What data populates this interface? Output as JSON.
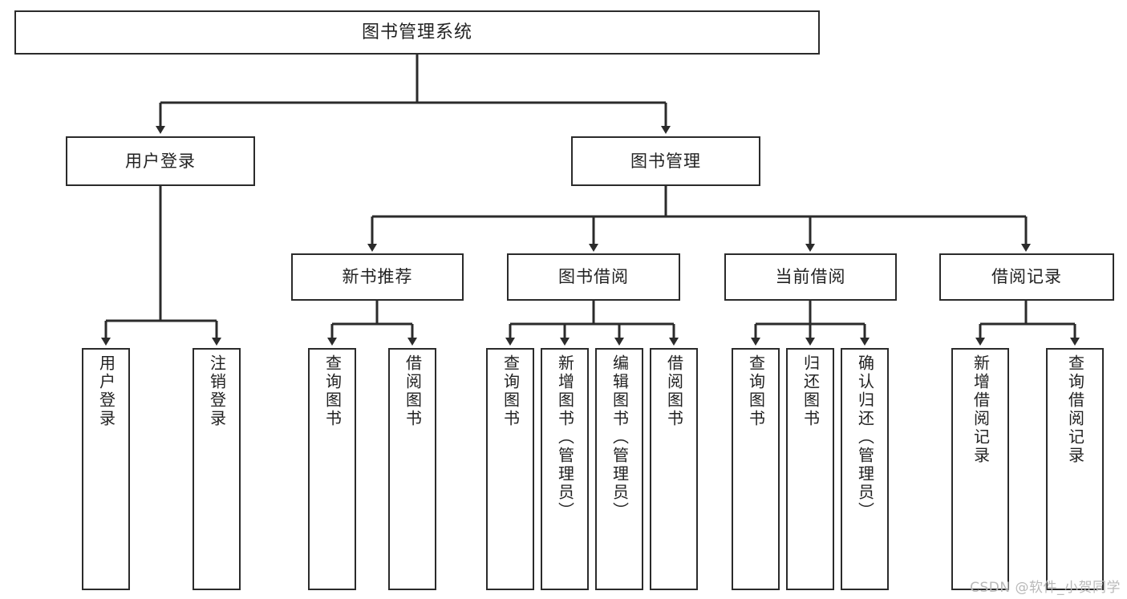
{
  "diagram": {
    "type": "tree",
    "title": "图书管理系统",
    "watermark": "CSDN @软件_小贺同学",
    "colors": {
      "background": "#ffffff",
      "border": "#2b2b2b",
      "text": "#222222",
      "connector": "#2b2b2b",
      "watermark": "#b9b9b9"
    },
    "nodes": {
      "root": {
        "label": "图书管理系统"
      },
      "level2": [
        {
          "id": "user-login",
          "label": "用户登录"
        },
        {
          "id": "book-management",
          "label": "图书管理"
        }
      ],
      "level3": [
        {
          "id": "new-book-recommend",
          "label": "新书推荐"
        },
        {
          "id": "book-borrow",
          "label": "图书借阅"
        },
        {
          "id": "current-borrow",
          "label": "当前借阅"
        },
        {
          "id": "borrow-record",
          "label": "借阅记录"
        }
      ],
      "leaves": {
        "user-login": [
          {
            "id": "leaf-user-login",
            "label": "用户登录"
          },
          {
            "id": "leaf-logout",
            "label": "注销登录"
          }
        ],
        "new-book-recommend": [
          {
            "id": "leaf-query-book-1",
            "label": "查询图书"
          },
          {
            "id": "leaf-borrow-book-1",
            "label": "借阅图书"
          }
        ],
        "book-borrow": [
          {
            "id": "leaf-query-book-2",
            "label": "查询图书"
          },
          {
            "id": "leaf-add-book",
            "label": "新增图书（管理员）"
          },
          {
            "id": "leaf-edit-book",
            "label": "编辑图书（管理员）"
          },
          {
            "id": "leaf-borrow-book-2",
            "label": "借阅图书"
          }
        ],
        "current-borrow": [
          {
            "id": "leaf-query-book-3",
            "label": "查询图书"
          },
          {
            "id": "leaf-return-book",
            "label": "归还图书"
          },
          {
            "id": "leaf-confirm-return",
            "label": "确认归还（管理员）"
          }
        ],
        "borrow-record": [
          {
            "id": "leaf-add-record",
            "label": "新增借阅记录"
          },
          {
            "id": "leaf-query-record",
            "label": "查询借阅记录"
          }
        ]
      }
    }
  }
}
